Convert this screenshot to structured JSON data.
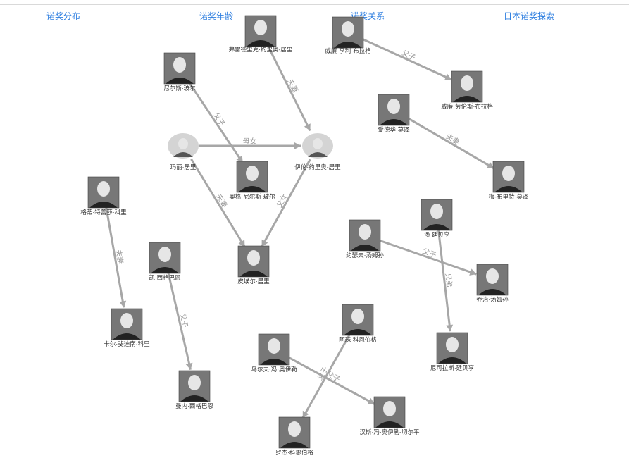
{
  "nav": {
    "items": [
      "诺奖分布",
      "诺奖年龄",
      "诺奖关系",
      "日本诺奖探索"
    ]
  },
  "colors": {
    "nav": "#2f7fe0",
    "edge": "#a7a7a7",
    "edge_label": "#9a9a9a"
  },
  "graph": {
    "nodes": [
      {
        "id": "frederic",
        "name": "弗雷德里克·约里奥-居里"
      },
      {
        "id": "william_h",
        "name": "威廉·亨利·布拉格"
      },
      {
        "id": "william_l",
        "name": "威廉·劳伦斯·布拉格"
      },
      {
        "id": "niels",
        "name": "尼尔斯·玻尔"
      },
      {
        "id": "edvard",
        "name": "爱德华·莫泽"
      },
      {
        "id": "marie",
        "name": "玛丽·居里"
      },
      {
        "id": "irene",
        "name": "伊伦·约里奥-居里"
      },
      {
        "id": "aage",
        "name": "奥格·尼尔斯·玻尔"
      },
      {
        "id": "may_britt",
        "name": "梅-布里特·莫泽"
      },
      {
        "id": "gerty",
        "name": "格蒂·特蕾莎·科里"
      },
      {
        "id": "hans",
        "name": "扬·廷贝亨"
      },
      {
        "id": "jj",
        "name": "约瑟夫·汤姆孙"
      },
      {
        "id": "kai",
        "name": "凯·西格巴恩"
      },
      {
        "id": "pierre",
        "name": "皮埃尔·居里"
      },
      {
        "id": "gp",
        "name": "乔治·汤姆孙"
      },
      {
        "id": "carl",
        "name": "卡尔·斐迪南·科里"
      },
      {
        "id": "arthur",
        "name": "阿瑟·科恩伯格"
      },
      {
        "id": "nikolaas",
        "name": "尼可拉斯·廷贝亨"
      },
      {
        "id": "ulf",
        "name": "乌尔夫·冯·奥伊勒"
      },
      {
        "id": "manne",
        "name": "曼内·西格巴恩"
      },
      {
        "id": "euler",
        "name": "汉斯·冯·奥伊勒-切尔平"
      },
      {
        "id": "roger",
        "name": "罗杰·科恩伯格"
      }
    ],
    "edges": [
      {
        "from": "frederic",
        "to": "irene",
        "label": "夫妻"
      },
      {
        "from": "william_h",
        "to": "william_l",
        "label": "父子"
      },
      {
        "from": "niels",
        "to": "aage",
        "label": "父子"
      },
      {
        "from": "edvard",
        "to": "may_britt",
        "label": "夫妻"
      },
      {
        "from": "marie",
        "to": "irene",
        "label": "母女"
      },
      {
        "from": "marie",
        "to": "pierre",
        "label": "夫妻"
      },
      {
        "from": "irene",
        "to": "pierre",
        "label": "父女"
      },
      {
        "from": "gerty",
        "to": "carl",
        "label": "夫妻"
      },
      {
        "from": "hans",
        "to": "nikolaas",
        "label": "兄弟"
      },
      {
        "from": "jj",
        "to": "gp",
        "label": "父子"
      },
      {
        "from": "kai",
        "to": "manne",
        "label": "父子"
      },
      {
        "from": "arthur",
        "to": "roger",
        "label": "父子"
      },
      {
        "from": "ulf",
        "to": "euler",
        "label": "父子"
      }
    ]
  }
}
